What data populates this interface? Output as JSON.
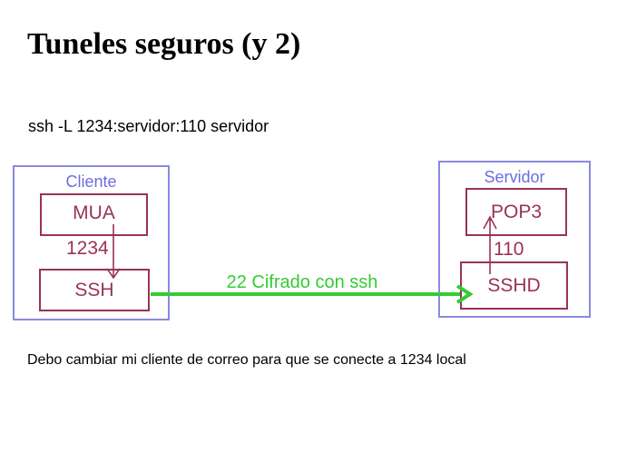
{
  "title": "Tuneles seguros (y 2)",
  "command": "ssh -L 1234:servidor:110 servidor",
  "client": {
    "label": "Cliente",
    "top_box": "MUA",
    "port": "1234",
    "bottom_box": "SSH"
  },
  "server": {
    "label": "Servidor",
    "top_box": "POP3",
    "port": "110",
    "bottom_box": "SSHD"
  },
  "tunnel": {
    "label": "22 Cifrado con ssh"
  },
  "footer": "Debo cambiar mi cliente de correo para que se conecte a 1234 local",
  "colors": {
    "background": "#ffffff",
    "text": "#000000",
    "blue_border": "#8a8ae0",
    "blue_label": "#6d6de0",
    "red": "#993355",
    "green": "#33cc33"
  }
}
